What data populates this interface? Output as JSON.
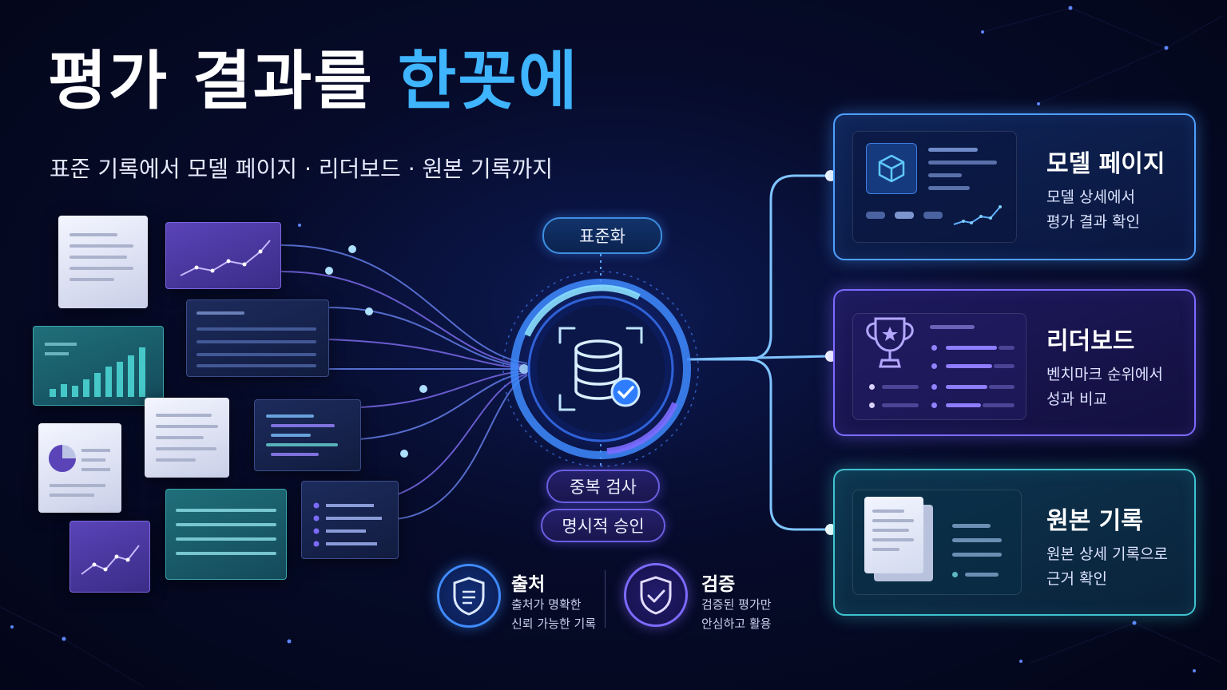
{
  "header": {
    "title_main": "평가 결과를 ",
    "title_accent": "한꼿에",
    "subtitle": "표준 기록에서 모델 페이지 · 리더보드 · 원본 기록까지"
  },
  "hub": {
    "top_pill": "표준화",
    "bottom_pills": [
      "중복 검사",
      "명시적 승인"
    ],
    "icon": "database-check-icon"
  },
  "badges": [
    {
      "title": "출처",
      "desc": [
        "출처가 명확한",
        "신뢰 가능한 기록"
      ],
      "icon": "shield-document-icon"
    },
    {
      "title": "검증",
      "desc": [
        "검증된 평가만",
        "안심하고 활용"
      ],
      "icon": "shield-check-icon"
    }
  ],
  "destinations": [
    {
      "title": "모델 페이지",
      "desc": [
        "모델 상세에서",
        "평가 결과 확인"
      ],
      "icon": "cube-icon",
      "color": "#4ea0ff"
    },
    {
      "title": "리더보드",
      "desc": [
        "벤치마크 순위에서",
        "성과 비교"
      ],
      "icon": "trophy-icon",
      "color": "#7d6bff"
    },
    {
      "title": "원본 기록",
      "desc": [
        "원본 상세 기록으로",
        "근거 확인"
      ],
      "icon": "document-stack-icon",
      "color": "#3fc3cf"
    }
  ],
  "colors": {
    "accent": "#3fb4ff",
    "blue": "#4ea0ff",
    "violet": "#7d6bff",
    "teal": "#3fc3cf",
    "background": "#060b2a"
  }
}
